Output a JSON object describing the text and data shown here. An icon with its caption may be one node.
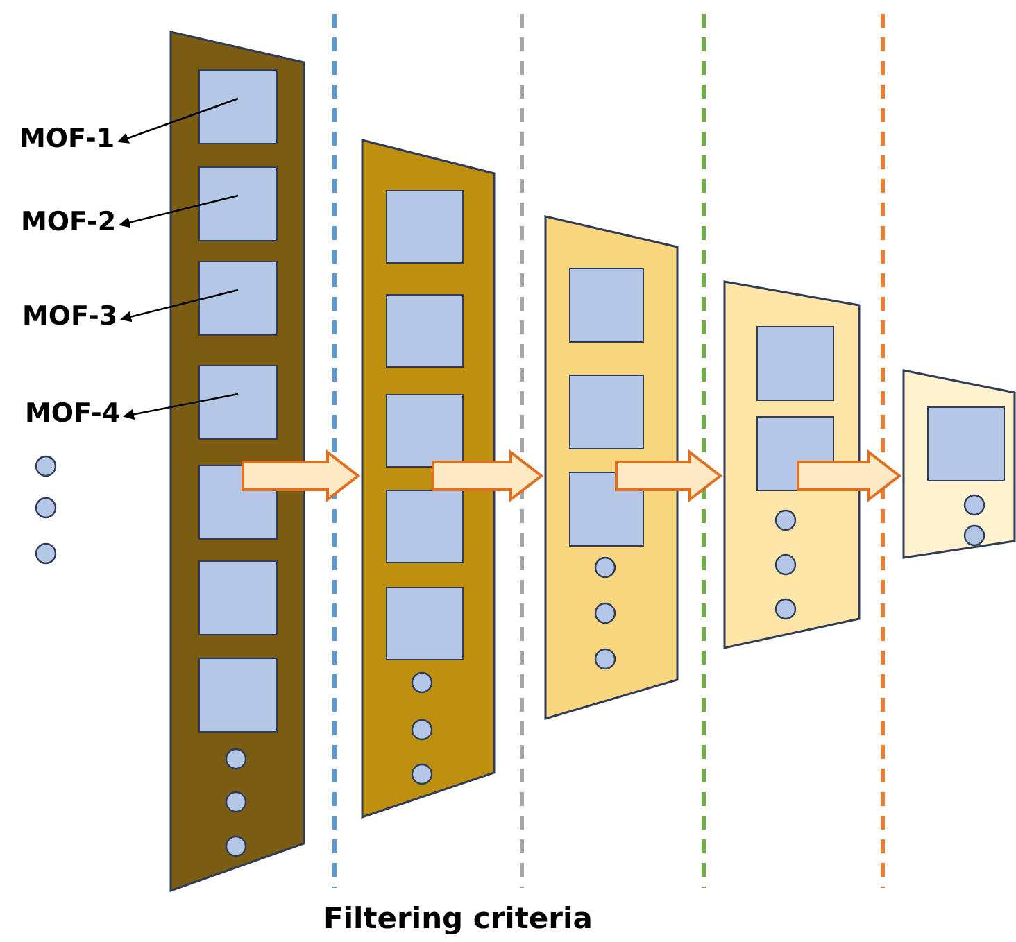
{
  "diagram": {
    "nodes": [
      {
        "text": [],
        "shape": "trapezoid"
      },
      {
        "text": [],
        "shape": "box",
        "in": 0
      },
      {
        "text": [],
        "shape": "box",
        "in": 0
      },
      {
        "text": [],
        "shape": "box",
        "in": 0
      },
      {
        "text": [],
        "shape": "box",
        "in": 0
      },
      {
        "text": [],
        "shape": "box",
        "in": 0
      },
      {
        "text": [],
        "shape": "box",
        "in": 0
      },
      {
        "text": [],
        "shape": "box",
        "in": 0
      },
      {
        "text": [],
        "shape": "trapezoid"
      },
      {
        "text": [],
        "shape": "box",
        "in": 8
      },
      {
        "text": [],
        "shape": "box",
        "in": 8
      },
      {
        "text": [],
        "shape": "box",
        "in": 8
      },
      {
        "text": [],
        "shape": "box",
        "in": 8
      },
      {
        "text": [],
        "shape": "box",
        "in": 8
      },
      {
        "text": [],
        "shape": "trapezoid"
      },
      {
        "text": [],
        "shape": "box",
        "in": 14
      },
      {
        "text": [],
        "shape": "box",
        "in": 14
      },
      {
        "text": [],
        "shape": "box",
        "in": 14
      },
      {
        "text": [],
        "shape": "trapezoid"
      },
      {
        "text": [],
        "shape": "box",
        "in": 18
      },
      {
        "text": [],
        "shape": "box",
        "in": 18
      },
      {
        "text": [],
        "shape": "trapezoid"
      },
      {
        "text": [],
        "shape": "box",
        "in": 21
      },
      {
        "text": [
          "MOF-1"
        ]
      },
      {
        "text": [
          "MOF-2"
        ]
      },
      {
        "text": [
          "MOF-3"
        ]
      },
      {
        "text": [
          "MOF-4"
        ]
      }
    ],
    "edges": [
      {
        "from": 1,
        "to": 23,
        "arrow": "to"
      },
      {
        "from": 2,
        "to": 24,
        "arrow": "to"
      },
      {
        "from": 3,
        "to": 25,
        "arrow": "to"
      },
      {
        "from": 4,
        "to": 26,
        "arrow": "to"
      },
      {
        "from": 0,
        "to": 8,
        "arrow": "to",
        "style": "thick"
      },
      {
        "from": 8,
        "to": 14,
        "arrow": "to",
        "style": "thick"
      },
      {
        "from": 14,
        "to": 18,
        "arrow": "to",
        "style": "thick"
      },
      {
        "from": 18,
        "to": 21,
        "arrow": "to",
        "style": "thick"
      }
    ],
    "labels": [
      "Filtering criteria"
    ]
  }
}
